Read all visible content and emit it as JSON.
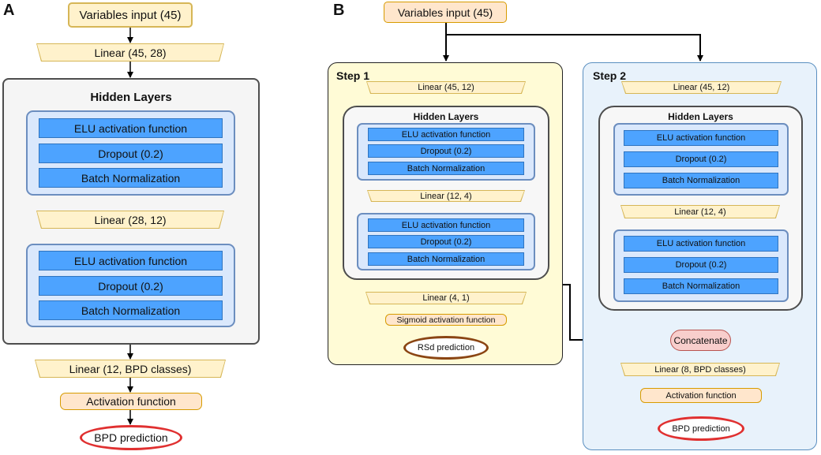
{
  "panel_a": {
    "label": "A",
    "input": "Variables input (45)",
    "linear_in": "Linear (45, 28)",
    "hidden_title": "Hidden Layers",
    "group1": [
      "ELU activation function",
      "Dropout (0.2)",
      "Batch Normalization"
    ],
    "linear_mid": "Linear (28, 12)",
    "group2": [
      "ELU activation function",
      "Dropout (0.2)",
      "Batch Normalization"
    ],
    "linear_out": "Linear (12, BPD classes)",
    "activation": "Activation function",
    "prediction": "BPD prediction"
  },
  "panel_b": {
    "label": "B",
    "input": "Variables input (45)",
    "step1": {
      "title": "Step 1",
      "linear_in": "Linear (45, 12)",
      "hidden_title": "Hidden Layers",
      "group1": [
        "ELU activation function",
        "Dropout (0.2)",
        "Batch Normalization"
      ],
      "linear_mid": "Linear (12, 4)",
      "group2": [
        "ELU activation function",
        "Dropout (0.2)",
        "Batch Normalization"
      ],
      "linear_out": "Linear (4, 1)",
      "activation": "Sigmoid activation function",
      "prediction": "RSd prediction"
    },
    "step2": {
      "title": "Step 2",
      "linear_in": "Linear (45, 12)",
      "hidden_title": "Hidden Layers",
      "group1": [
        "ELU activation function",
        "Dropout (0.2)",
        "Batch Normalization"
      ],
      "linear_mid": "Linear (12, 4)",
      "group2": [
        "ELU activation function",
        "Dropout (0.2)",
        "Batch Normalization"
      ],
      "concatenate": "Concatenate",
      "linear_out": "Linear (8, BPD classes)",
      "activation": "Activation function",
      "prediction": "BPD prediction"
    }
  },
  "colors": {
    "input_fill": "#fff2cc",
    "input_border": "#d6b656",
    "hidden_fill": "#f5f5f5",
    "group_fill": "#dae8fc",
    "group_border": "#6c8ebf",
    "layer_bar": "#4da3ff",
    "activation_fill": "#ffe6cc",
    "prediction_bpd_border": "#e03030",
    "prediction_rsd_border": "#8b4513",
    "step1_fill": "#fffbd6",
    "step2_fill": "#e8f2fb",
    "concatenate_fill": "#f8cecc"
  }
}
